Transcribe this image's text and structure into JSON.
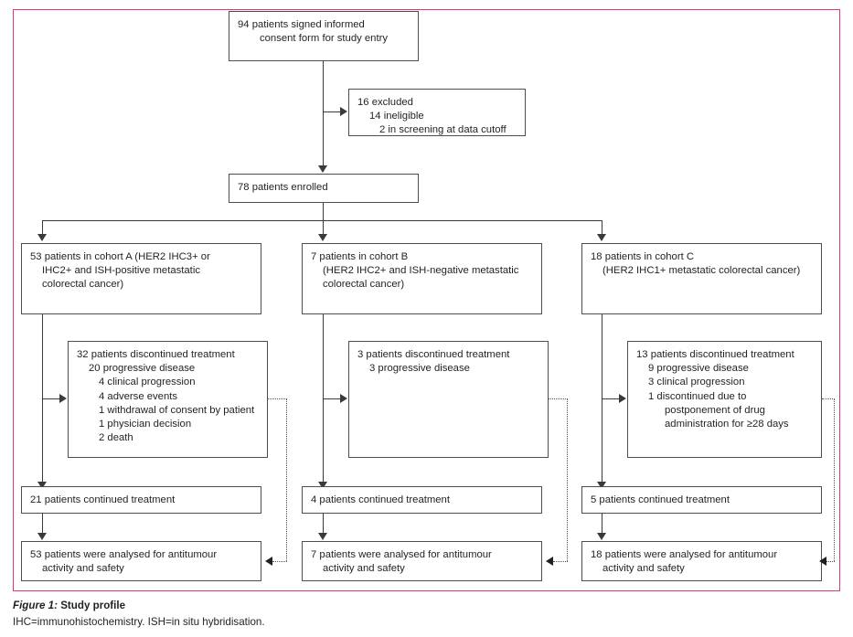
{
  "figure": {
    "caption_label": "Figure 1:",
    "caption_title": "Study profile",
    "caption_footnote": "IHC=immunohistochemistry. ISH=in situ hybridisation.",
    "frame_color": "#e4376a",
    "box_border_color": "#4d4d4d",
    "connector_color": "#3a3a3a"
  },
  "nodes": {
    "consent": {
      "line1": "94 patients signed informed",
      "line2": "consent form for study entry"
    },
    "excluded": {
      "line1": "16 excluded",
      "line2": "14 ineligible",
      "line3": "2 in screening at data cutoff"
    },
    "enrolled": {
      "line1": "78 patients enrolled"
    },
    "cohort_a": {
      "line1": "53 patients in cohort A (HER2 IHC3+ or",
      "line2": "IHC2+ and ISH-positive metastatic",
      "line3": "colorectal cancer)"
    },
    "cohort_b": {
      "line1": "7 patients in cohort B",
      "line2": "(HER2 IHC2+ and ISH-negative metastatic",
      "line3": "colorectal cancer)"
    },
    "cohort_c": {
      "line1": "18 patients in cohort C",
      "line2": "(HER2 IHC1+ metastatic colorectal cancer)"
    },
    "disc_a": {
      "line1": "32 patients discontinued treatment",
      "line2": "20 progressive disease",
      "line3": "4 clinical progression",
      "line4": "4 adverse events",
      "line5": "1 withdrawal of consent by patient",
      "line6": "1 physician decision",
      "line7": "2 death"
    },
    "disc_b": {
      "line1": "3 patients discontinued treatment",
      "line2": "3 progressive disease"
    },
    "disc_c": {
      "line1": "13 patients discontinued treatment",
      "line2": "9 progressive disease",
      "line3": "3 clinical progression",
      "line4": "1 discontinued due to",
      "line5": "postponement of drug",
      "line6": "administration for ≥28 days"
    },
    "cont_a": {
      "line1": "21 patients continued treatment"
    },
    "cont_b": {
      "line1": "4 patients continued treatment"
    },
    "cont_c": {
      "line1": "5 patients continued treatment"
    },
    "analysed_a": {
      "line1": "53 patients were analysed for antitumour",
      "line2": "activity and safety"
    },
    "analysed_b": {
      "line1": "7 patients were analysed for antitumour",
      "line2": "activity and safety"
    },
    "analysed_c": {
      "line1": "18 patients were analysed for antitumour",
      "line2": "activity and safety"
    }
  }
}
